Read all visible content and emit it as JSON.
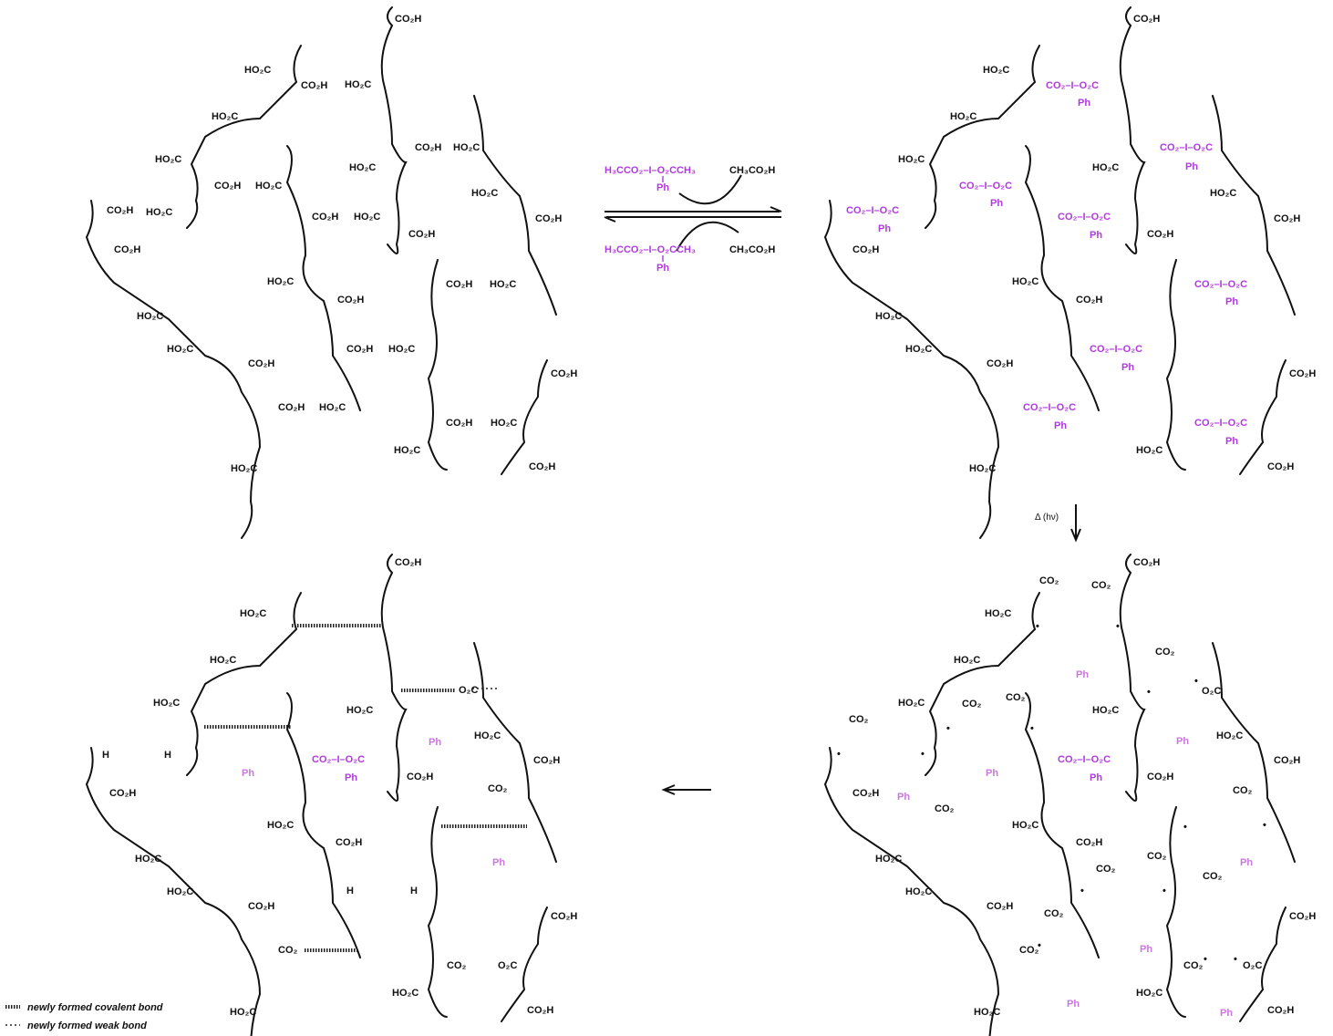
{
  "labels": {
    "co2h": "CO₂H",
    "ho2c": "HO₂C",
    "co2": "CO₂",
    "co2_radical": "CO₂•",
    "o2c": "O₂C",
    "ph": "Ph",
    "iodine": "I",
    "h": "H",
    "crosslink": "CO₂–I–O₂C",
    "radical_dot": "•"
  },
  "reagent": {
    "top": "H₃CCO₂–I–O₂CCH₃",
    "top_ph": "Ph",
    "bottom": "H₃CCO₂–I–O₂CCH₃",
    "bottom_ph": "Ph",
    "byproduct_top": "CH₃CO₂H",
    "byproduct_bottom": "CH₃CO₂H"
  },
  "condition": "Δ (hν)",
  "legend": {
    "covalent": "newly formed covalent bond",
    "weak": "newly formed weak bond"
  },
  "colors": {
    "ink": "#111111",
    "reagent": "#b03adf",
    "released_iph": "#cc77dd"
  }
}
